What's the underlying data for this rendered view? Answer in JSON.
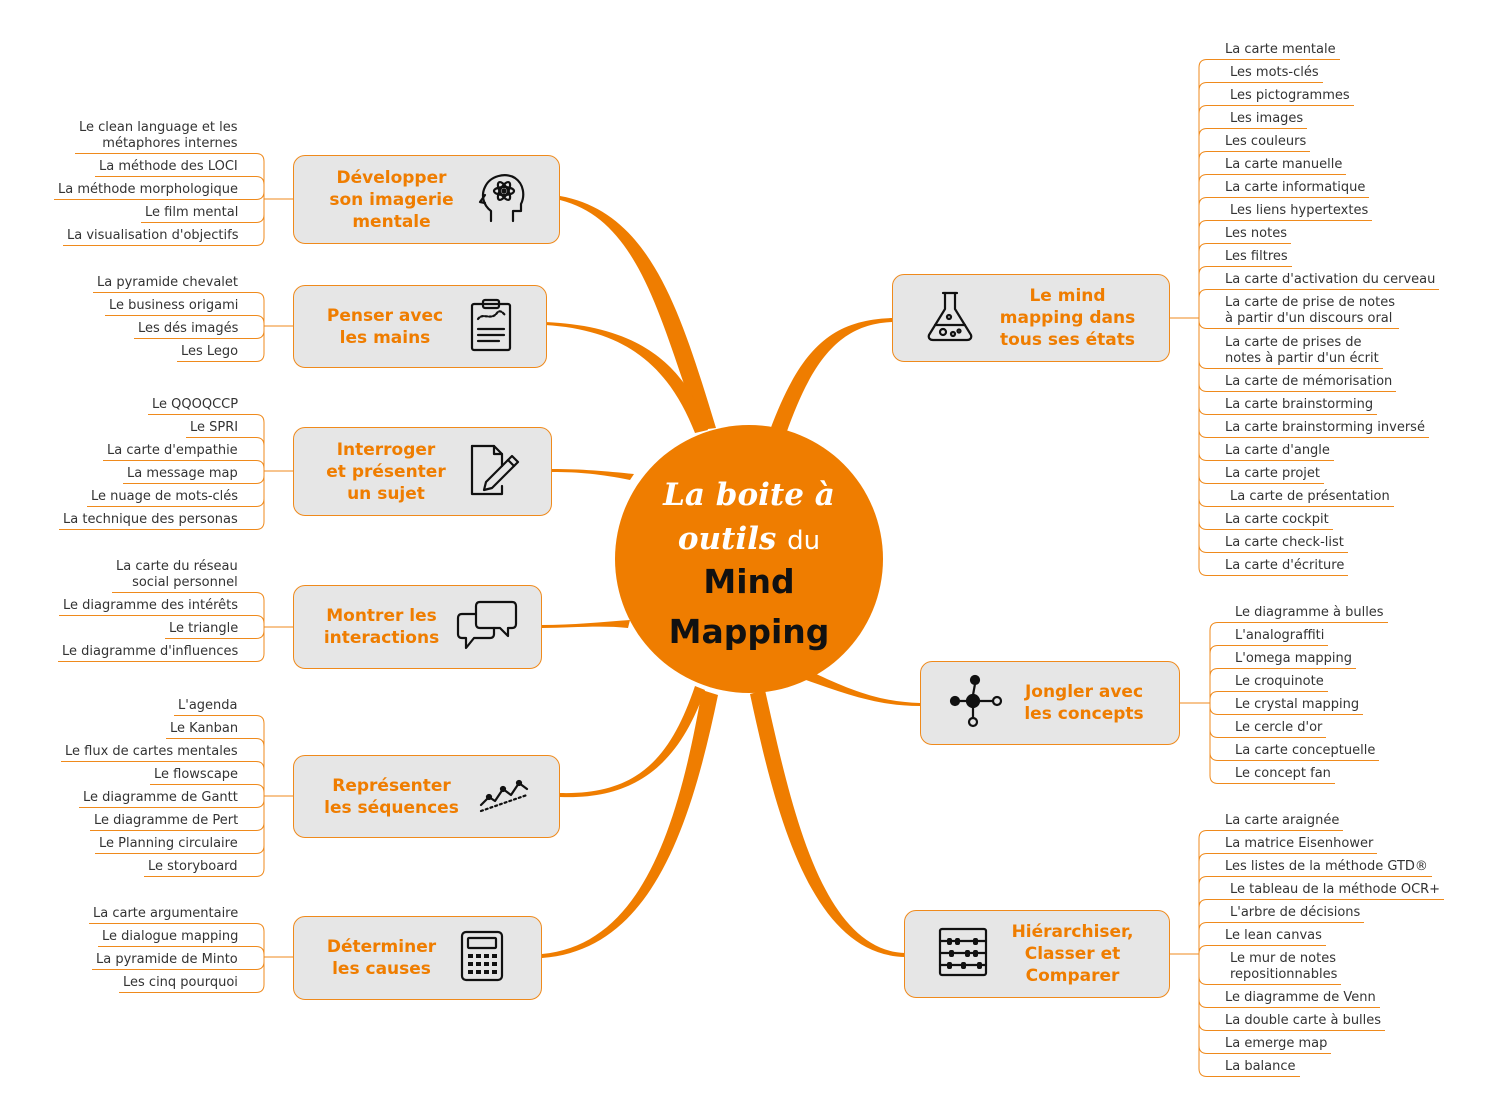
{
  "center": {
    "line1": "La boite à",
    "line2a": "outils",
    "line2b": "du",
    "line3": "Mind",
    "line4": "Mapping"
  },
  "branches": [
    {
      "id": "imagerie",
      "label": "Développer\nson imagerie\nmentale",
      "icon": "head-atom-icon",
      "leaves": [
        "Le clean language et les\nmétaphores internes",
        "La méthode des LOCI",
        "La méthode morphologique",
        "Le film mental",
        "La visualisation d'objectifs"
      ]
    },
    {
      "id": "mains",
      "label": "Penser avec\nles mains",
      "icon": "clipboard-icon",
      "leaves": [
        "La pyramide chevalet",
        "Le business origami",
        "Les dés imagés",
        "Les Lego"
      ]
    },
    {
      "id": "sujet",
      "label": "Interroger\net présenter\nun sujet",
      "icon": "document-pencil-icon",
      "leaves": [
        "Le QQOQCCP",
        "Le SPRI",
        "La carte d'empathie",
        "La message map",
        "Le nuage de mots-clés",
        "La technique des personas"
      ]
    },
    {
      "id": "interactions",
      "label": "Montrer les\ninteractions",
      "icon": "speech-bubbles-icon",
      "leaves": [
        "La carte du réseau\nsocial personnel",
        "Le diagramme des intérêts",
        "Le triangle",
        "Le diagramme d'influences"
      ]
    },
    {
      "id": "sequences",
      "label": "Représenter\nles séquences",
      "icon": "line-graph-icon",
      "leaves": [
        "L'agenda",
        "Le Kanban",
        "Le flux de cartes mentales",
        "Le flowscape",
        "Le diagramme de Gantt",
        "Le diagramme de Pert",
        "Le Planning circulaire",
        "Le storyboard"
      ]
    },
    {
      "id": "causes",
      "label": "Déterminer\nles causes",
      "icon": "calculator-icon",
      "leaves": [
        "La carte argumentaire",
        "Le dialogue mapping",
        "La pyramide de Minto",
        "Les cinq pourquoi"
      ]
    },
    {
      "id": "etats",
      "label": "Le mind\nmapping dans\ntous ses états",
      "icon": "flask-icon",
      "leaves": [
        "La carte mentale",
        "Les mots-clés",
        "Les pictogrammes",
        "Les images",
        "Les couleurs",
        "La carte manuelle",
        "La carte informatique",
        "Les liens hypertextes",
        "Les notes",
        "Les filtres",
        "La carte d'activation du cerveau",
        "La carte de prise de notes\nà partir d'un discours oral",
        "La carte de prises de\nnotes à partir d'un écrit",
        "La carte de mémorisation",
        "La carte brainstorming",
        "La carte brainstorming inversé",
        "La carte d'angle",
        "La carte projet",
        "La carte de présentation",
        "La carte cockpit",
        "La carte check-list",
        "La carte d'écriture"
      ]
    },
    {
      "id": "concepts",
      "label": "Jongler avec\nles concepts",
      "icon": "molecule-icon",
      "leaves": [
        "Le diagramme à bulles",
        "L'analograffiti",
        "L'omega mapping",
        "Le croquinote",
        "Le crystal mapping",
        "Le cercle d'or",
        "La carte conceptuelle",
        "Le concept fan"
      ]
    },
    {
      "id": "hierarchiser",
      "label": "Hiérarchiser,\nClasser et\nComparer",
      "icon": "abacus-icon",
      "leaves": [
        "La carte araignée",
        "La matrice Eisenhower",
        "Les listes de la méthode GTD®",
        "Le tableau de la méthode OCR+",
        "L'arbre de décisions",
        "Le lean canvas",
        "Le mur de notes\nrepositionnables",
        "Le diagramme de Venn",
        "La double carte à bulles",
        "La emerge map",
        "La balance"
      ]
    }
  ],
  "colors": {
    "accent": "#ef7d00",
    "box_fill": "#e6e6e6",
    "leaf_text": "#333333"
  }
}
